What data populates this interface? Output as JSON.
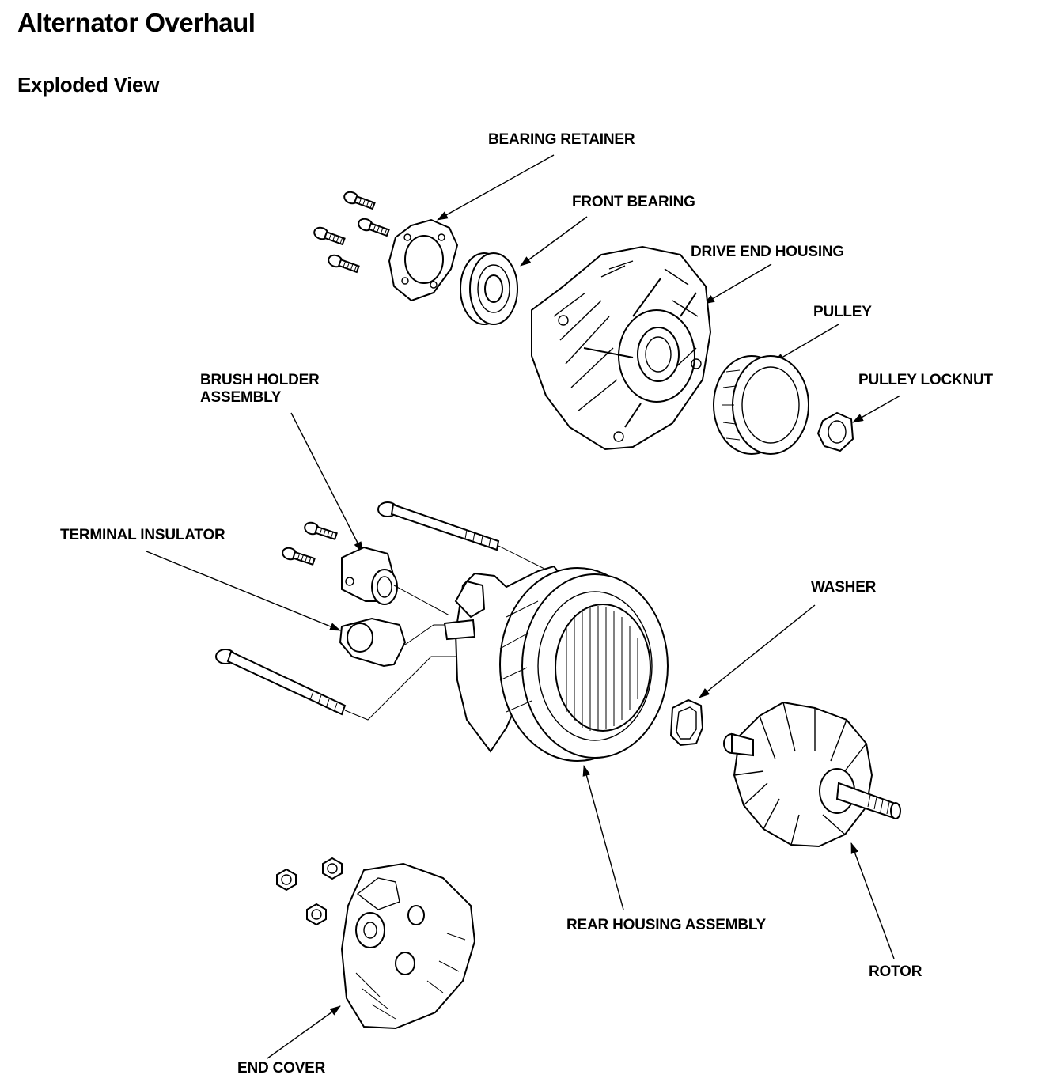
{
  "header": {
    "title": "Alternator Overhaul",
    "subtitle": "Exploded View"
  },
  "labels": {
    "bearing_retainer": "BEARING RETAINER",
    "front_bearing": "FRONT BEARING",
    "drive_end_housing": "DRIVE END HOUSING",
    "pulley": "PULLEY",
    "pulley_locknut": "PULLEY LOCKNUT",
    "brush_holder_line1": "BRUSH HOLDER",
    "brush_holder_line2": "ASSEMBLY",
    "terminal_insulator": "TERMINAL INSULATOR",
    "washer": "WASHER",
    "rear_housing_assembly": "REAR HOUSING ASSEMBLY",
    "rotor": "ROTOR",
    "end_cover": "END COVER"
  },
  "icons": {
    "arrow": "leader-arrow-icon"
  }
}
